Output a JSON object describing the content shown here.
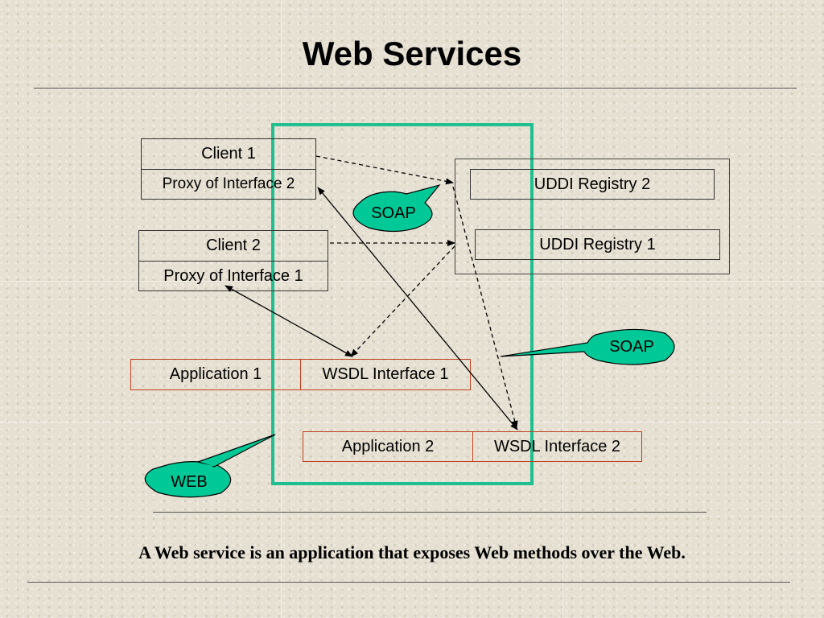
{
  "slide": {
    "title": "Web Services",
    "caption": "A Web service is an application that exposes Web methods over the Web."
  },
  "clients": [
    {
      "name": "Client 1",
      "proxy": "Proxy of Interface 2"
    },
    {
      "name": "Client 2",
      "proxy": "Proxy of Interface 1"
    }
  ],
  "registries": [
    {
      "label": "UDDI Registry 2"
    },
    {
      "label": "UDDI Registry 1"
    }
  ],
  "applications": [
    {
      "name": "Application 1",
      "interface": "WSDL Interface 1"
    },
    {
      "name": "Application 2",
      "interface": "WSDL Interface 2"
    }
  ],
  "callouts": {
    "soap_top": "SOAP",
    "soap_right": "SOAP",
    "web": "WEB"
  },
  "colors": {
    "web_frame": "#1fbf8f",
    "callout_fill": "#00c896",
    "app_border": "#c0401e"
  }
}
